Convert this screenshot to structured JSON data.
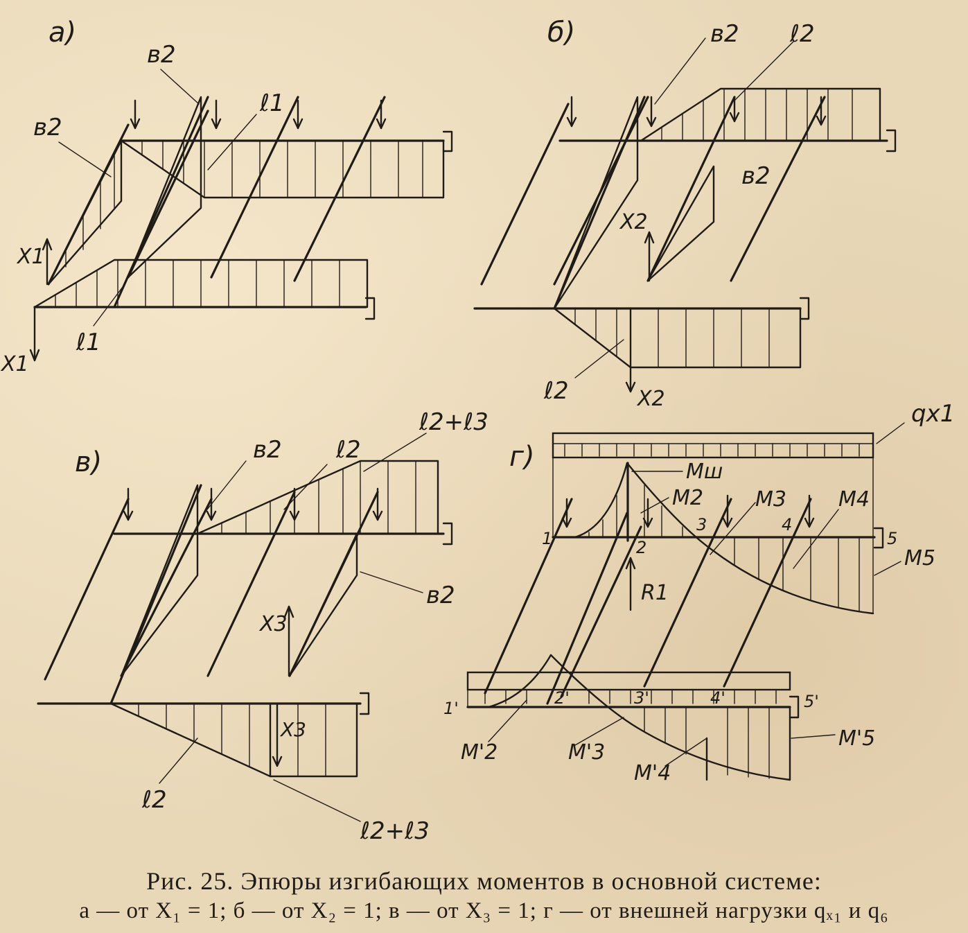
{
  "panels": {
    "a": {
      "label": "а)",
      "labels": [
        "в2",
        "в2",
        "ℓ1",
        "ℓ1",
        "X1",
        "X1"
      ]
    },
    "b": {
      "label": "б)",
      "labels": [
        "в2",
        "ℓ2",
        "в2",
        "X2",
        "ℓ2",
        "X2"
      ]
    },
    "c": {
      "label": "в)",
      "labels": [
        "в2",
        "ℓ2",
        "ℓ2+ℓ3",
        "в2",
        "X3",
        "X3",
        "ℓ2",
        "ℓ2+ℓ3"
      ]
    },
    "d": {
      "label": "г)",
      "labels": [
        "qx1",
        "Mш",
        "M2",
        "M3",
        "M4",
        "M5",
        "1",
        "2",
        "3",
        "4",
        "5",
        "R1",
        "1'",
        "2'",
        "3'",
        "4'",
        "5'",
        "M'2",
        "M'3",
        "M'4",
        "M'5"
      ]
    }
  },
  "caption": {
    "line1": "Рис. 25. Эпюры изгибающих моментов в основной системе:",
    "line2": "а — от X₁ = 1; б — от X₂ = 1; в — от X₃ = 1; г — от внешней нагрузки qₓ₁ и q₆"
  }
}
